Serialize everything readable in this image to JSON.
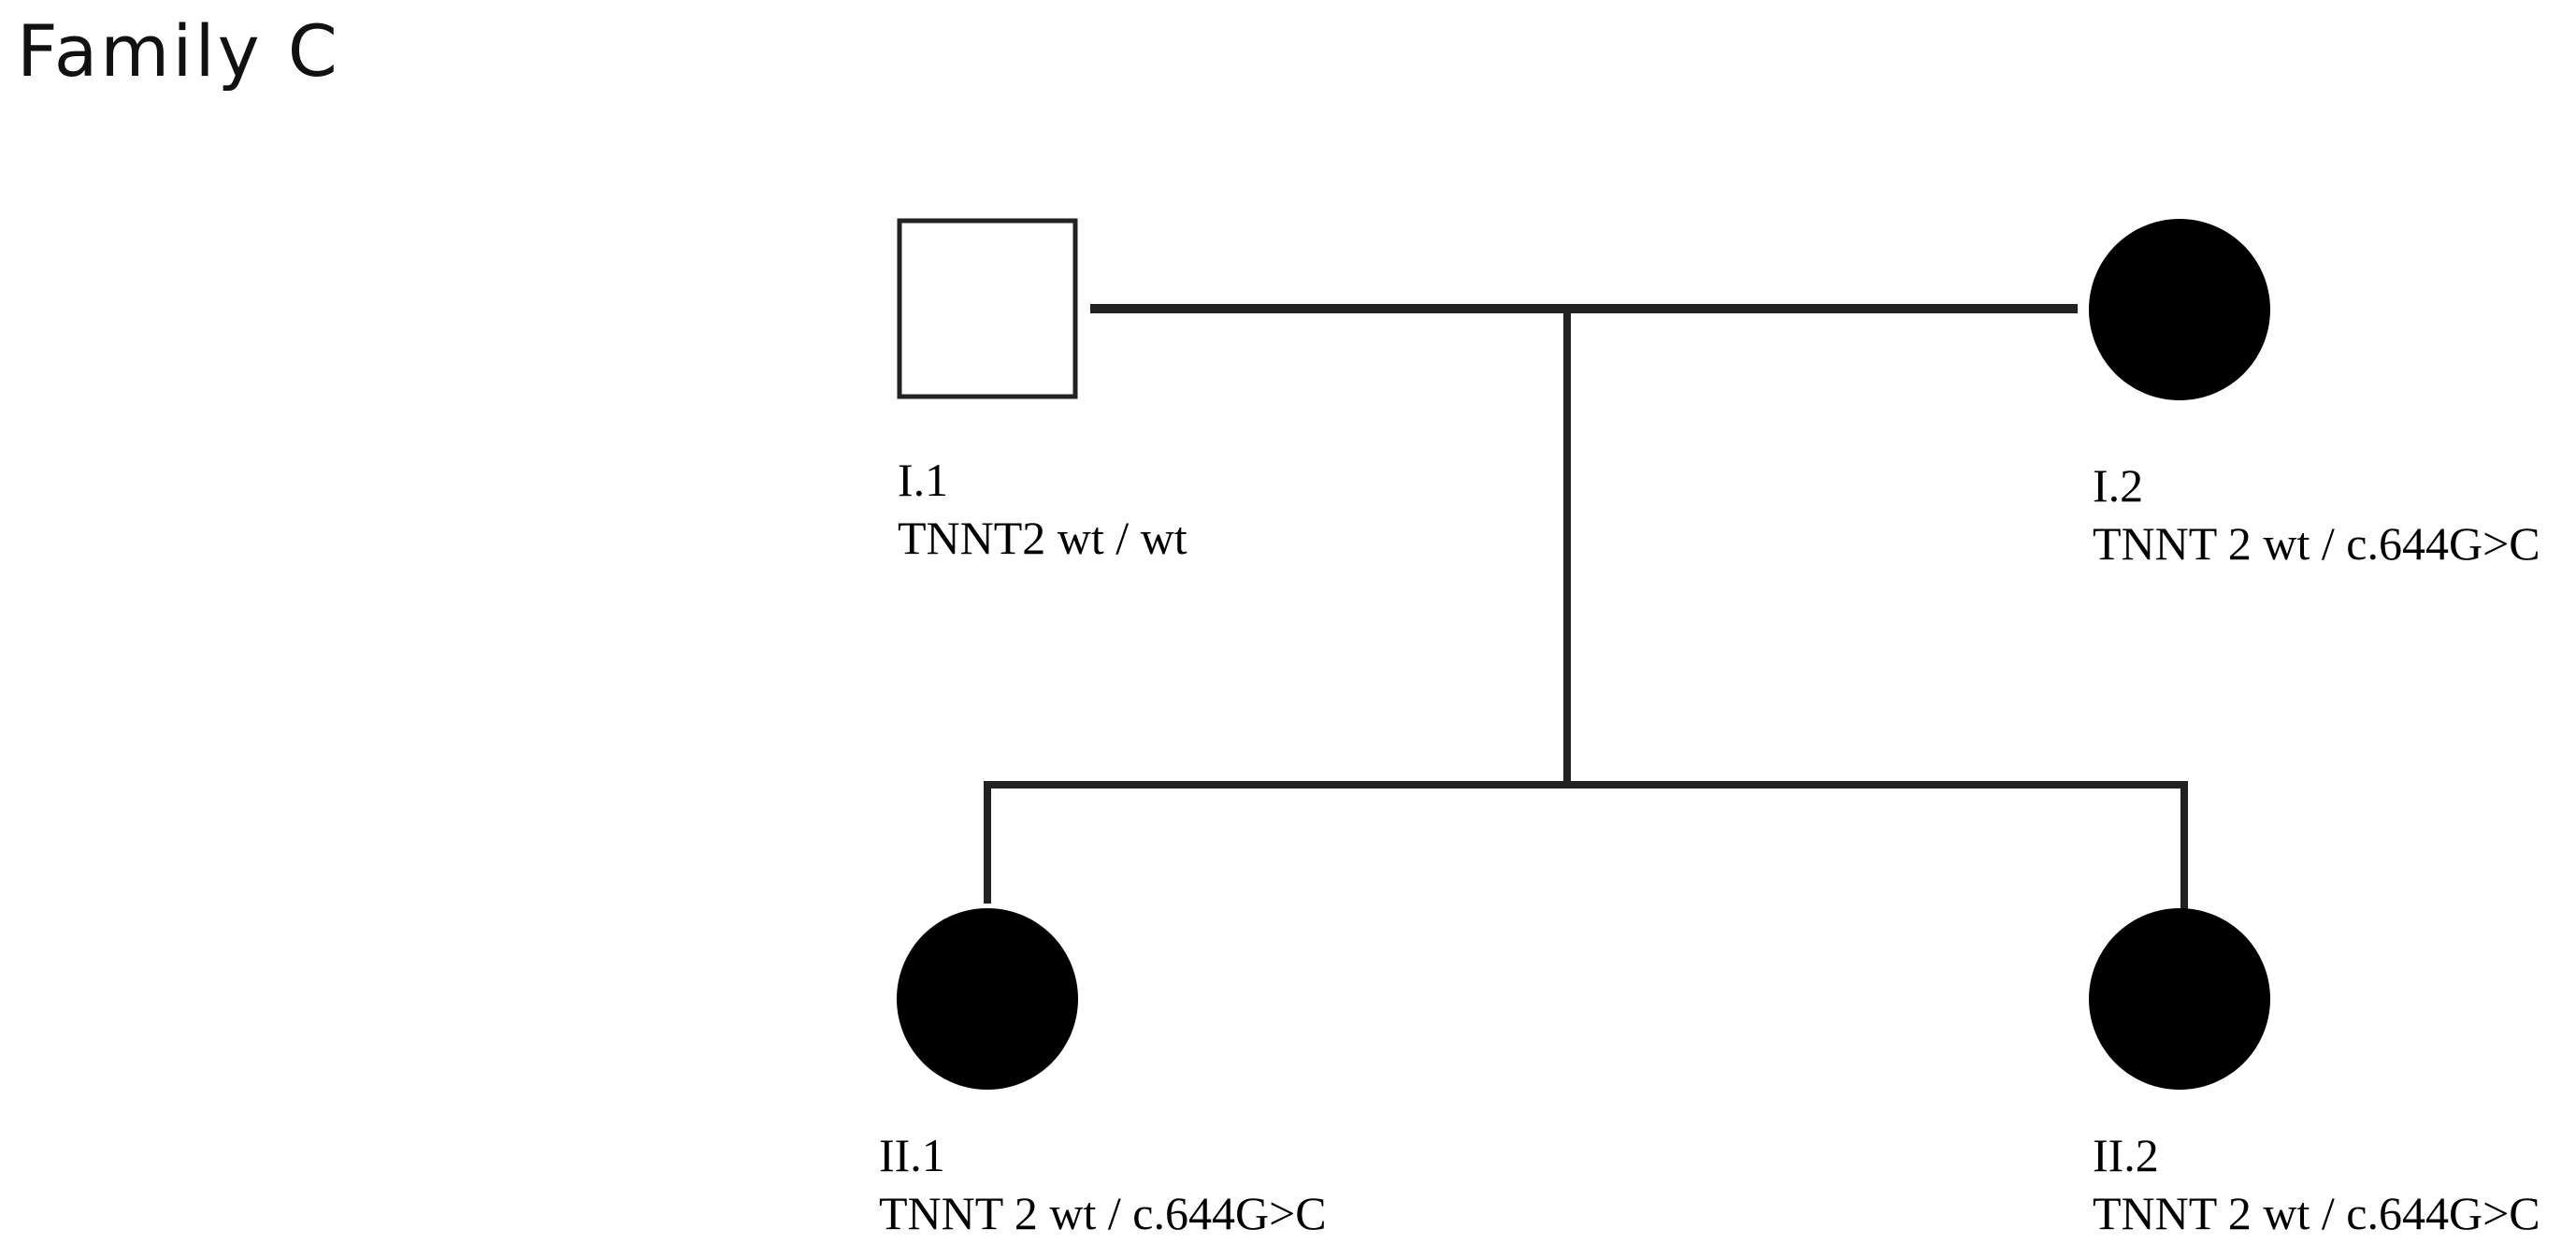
{
  "title": "Family C",
  "colors": {
    "line": "#222222",
    "affected_fill": "#000000",
    "unaffected_fill": "#ffffff"
  },
  "individuals": [
    {
      "id": "I.1",
      "genotype": "TNNT2 wt / wt",
      "sex": "male",
      "affected": false
    },
    {
      "id": "I.2",
      "genotype": "TNNT 2 wt / c.644G>C",
      "sex": "female",
      "affected": true
    },
    {
      "id": "II.1",
      "genotype": "TNNT 2 wt / c.644G>C",
      "sex": "female",
      "affected": true
    },
    {
      "id": "II.2",
      "genotype": "TNNT 2 wt / c.644G>C",
      "sex": "female",
      "affected": true
    }
  ]
}
